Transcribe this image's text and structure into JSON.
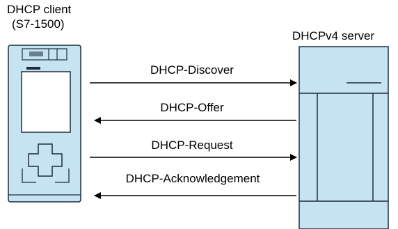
{
  "client": {
    "title_line1": "DHCP client",
    "title_line2": "(S7-1500)"
  },
  "server": {
    "title": "DHCPv4 server"
  },
  "messages": [
    {
      "label": "DHCP-Discover",
      "direction": "client-to-server"
    },
    {
      "label": "DHCP-Offer",
      "direction": "server-to-client"
    },
    {
      "label": "DHCP-Request",
      "direction": "client-to-server"
    },
    {
      "label": "DHCP-Acknowledgement",
      "direction": "server-to-client"
    }
  ],
  "colors": {
    "device_fill": "#c5e3f1",
    "device_stroke": "#1e2d3c",
    "display": "#ffffff",
    "arrow": "#000000"
  }
}
